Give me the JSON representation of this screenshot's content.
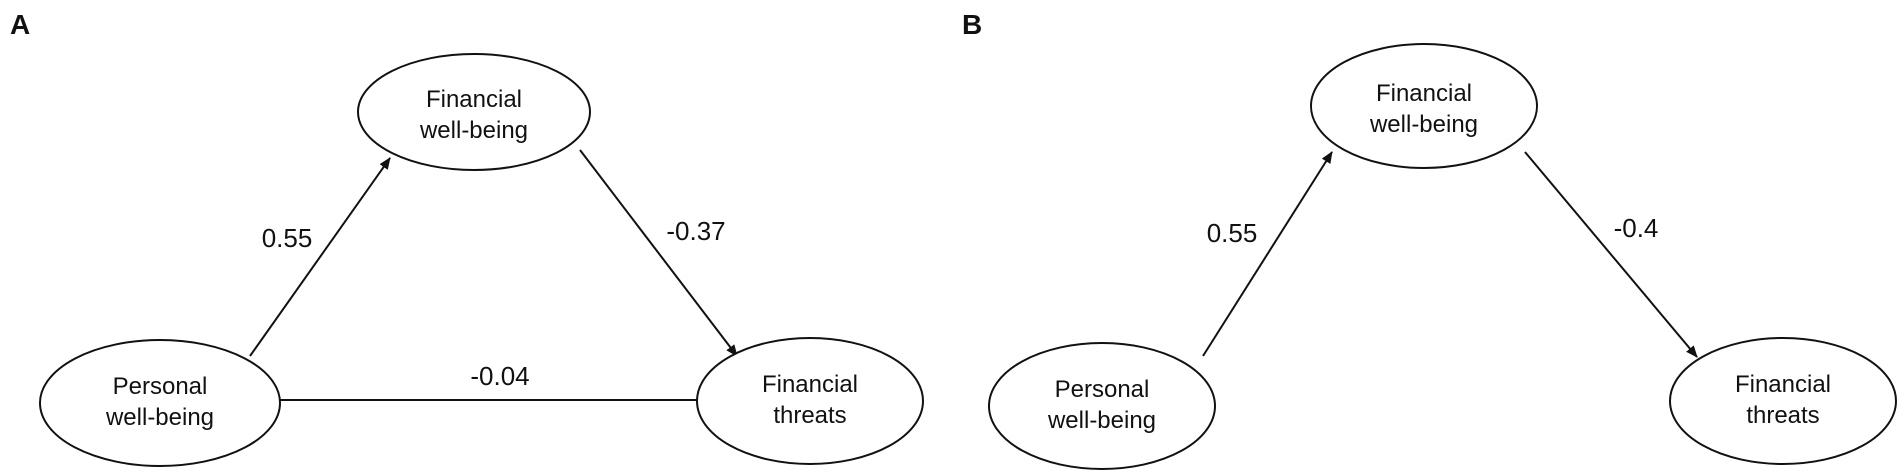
{
  "panels": [
    {
      "label": "A",
      "nodes": {
        "financial_wellbeing": [
          "Financial",
          "well-being"
        ],
        "personal_wellbeing": [
          "Personal",
          "well-being"
        ],
        "financial_threats": [
          "Financial",
          "threats"
        ]
      },
      "edges": {
        "personal_to_financial_wellbeing": "0.55",
        "financial_wellbeing_to_threats": "-0.37",
        "personal_to_financial_threats": "-0.04"
      }
    },
    {
      "label": "B",
      "nodes": {
        "financial_wellbeing": [
          "Financial",
          "well-being"
        ],
        "personal_wellbeing": [
          "Personal",
          "well-being"
        ],
        "financial_threats": [
          "Financial",
          "threats"
        ]
      },
      "edges": {
        "personal_to_financial_wellbeing": "0.55",
        "financial_wellbeing_to_threats": "-0.4"
      }
    }
  ]
}
